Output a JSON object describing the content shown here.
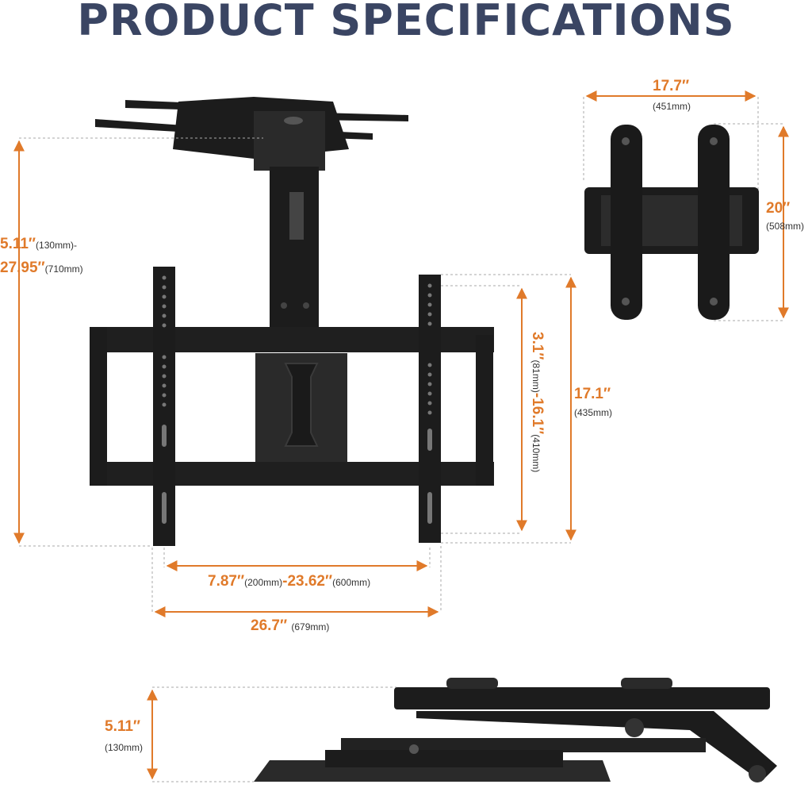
{
  "title": "PRODUCT SPECIFICATIONS",
  "colors": {
    "title": "#3a4563",
    "dimension": "#e07a2a",
    "metal": "#1c1c1c",
    "guide": "#aaaaaa"
  },
  "dims": {
    "height_range": {
      "min_in": "5.11″",
      "min_mm": "(130mm)-",
      "max_in": "27.95″",
      "max_mm": "(710mm)"
    },
    "vesa_v": {
      "min_in": "3.1″",
      "min_mm": "(81mm)",
      "sep": "-",
      "max_in": "16.1″",
      "max_mm": "(410mm)"
    },
    "bracket_h": {
      "in": "17.1″",
      "mm": "(435mm)"
    },
    "vesa_h": {
      "min_in": "7.87″",
      "min_mm": "(200mm)",
      "sep": "-",
      "max_in": "23.62″",
      "max_mm": "(600mm)"
    },
    "width": {
      "in": "26.7″",
      "mm": "(679mm)"
    },
    "plate_w": {
      "in": "17.7″",
      "mm": "(451mm)"
    },
    "plate_h": {
      "in": "20″",
      "mm": "(508mm)"
    },
    "folded": {
      "in": "5.11″",
      "mm": "(130mm)"
    }
  }
}
